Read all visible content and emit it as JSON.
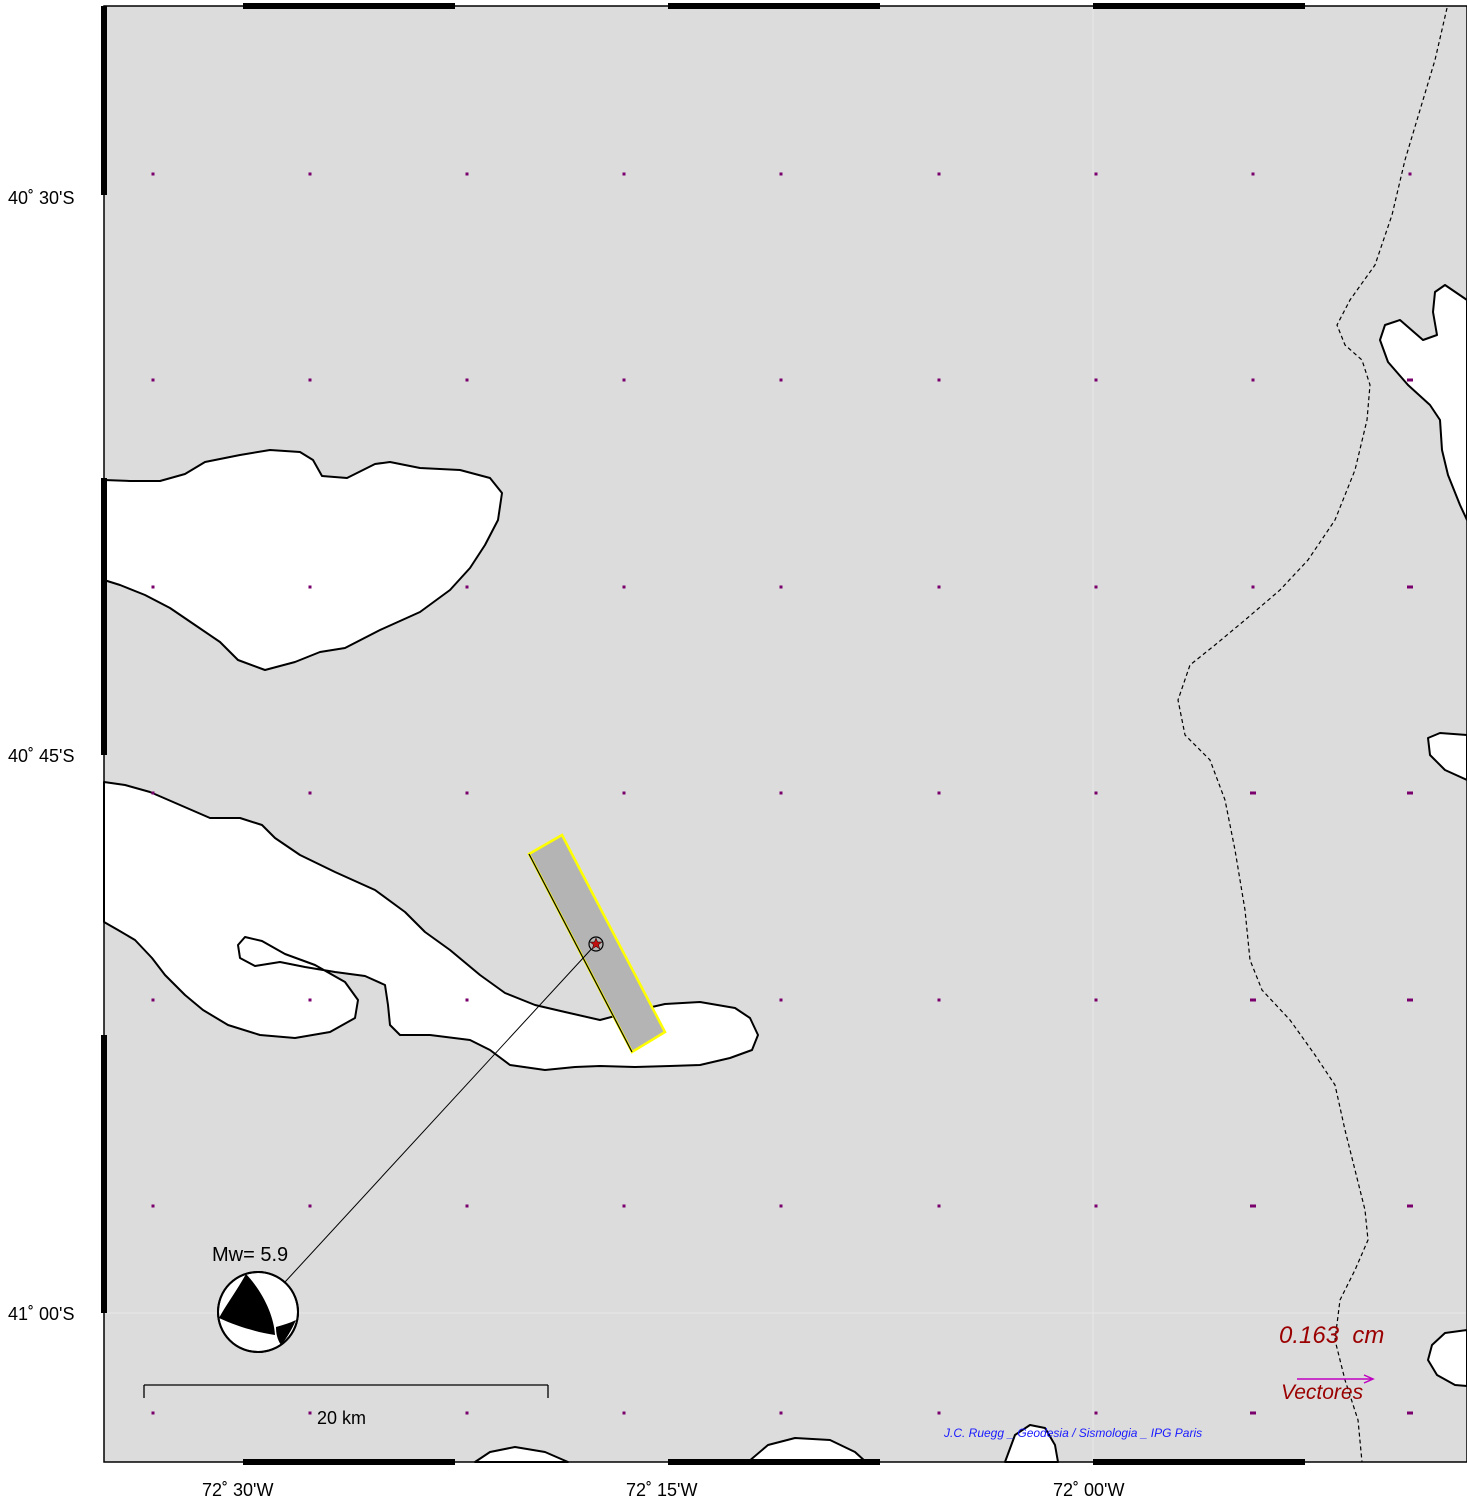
{
  "axes": {
    "lat_labels": [
      "40˚ 30'S",
      "40˚ 45'S",
      "41˚ 00'S"
    ],
    "lon_labels": [
      "72˚ 30'W",
      "72˚ 15'W",
      "72˚ 00'W"
    ]
  },
  "event": {
    "magnitude_label": "Mw= 5.9"
  },
  "scale_bar": {
    "label": "20 km"
  },
  "vector_legend": {
    "value_label": "0.163  cm",
    "title": "Vectores"
  },
  "credit": "J.C. Ruegg _ Geodesia / Sismologia _ IPG Paris",
  "colors": {
    "sea": "#dcdcdc",
    "land": "#ffffff",
    "fault_fill": "#b4b4b4",
    "fault_outline": "#ffff00",
    "grid_dots": "#7a006e",
    "vector_text": "#9b0000",
    "vector_arrow": "#c000c0",
    "credit_text": "#1a1aff"
  }
}
